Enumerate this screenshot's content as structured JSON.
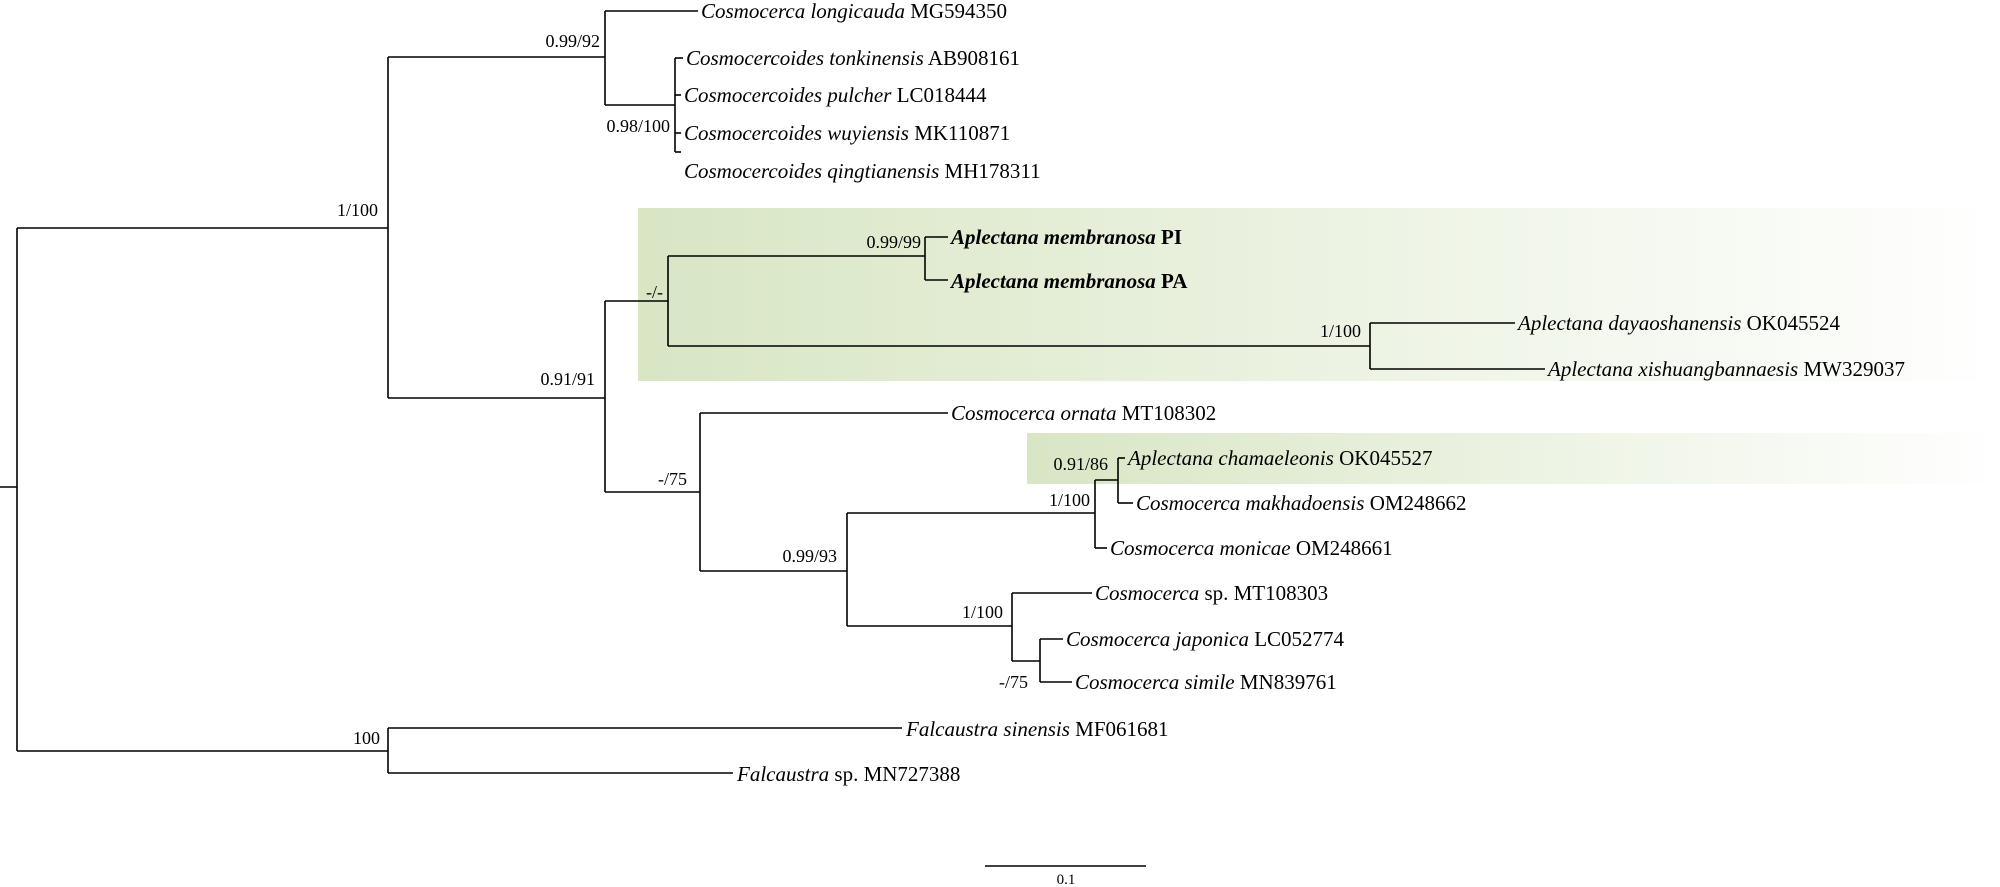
{
  "colors": {
    "highlight_start": "#d8e6c4",
    "highlight_end": "#ffffff",
    "branch": "#000000"
  },
  "taxa": {
    "t1": {
      "name": "Cosmocerca longicauda",
      "acc": "MG594350"
    },
    "t2": {
      "name": "Cosmocercoides tonkinensis",
      "acc": "AB908161"
    },
    "t3": {
      "name": "Cosmocercoides pulcher",
      "acc": "LC018444"
    },
    "t4": {
      "name": "Cosmocercoides wuyiensis",
      "acc": "MK110871"
    },
    "t5": {
      "name": "Cosmocercoides qingtianensis",
      "acc": "MH178311"
    },
    "t6": {
      "name": "Aplectana membranosa",
      "acc": "PI"
    },
    "t7": {
      "name": "Aplectana membranosa",
      "acc": "PA"
    },
    "t8": {
      "name": "Aplectana dayaoshanensis",
      "acc": "OK045524"
    },
    "t9": {
      "name": "Aplectana xishuangbannaesis",
      "acc": "MW329037"
    },
    "t10": {
      "name": "Cosmocerca ornata",
      "acc": "MT108302"
    },
    "t11": {
      "name": "Aplectana chamaeleonis",
      "acc": "OK045527"
    },
    "t12": {
      "name": "Cosmocerca makhadoensis",
      "acc": "OM248662"
    },
    "t13": {
      "name": "Cosmocerca monicae",
      "acc": "OM248661"
    },
    "t14": {
      "name": "Cosmocerca",
      "acc": "sp. MT108303"
    },
    "t15": {
      "name": "Cosmocerca japonica",
      "acc": "LC052774"
    },
    "t16": {
      "name": "Cosmocerca simile",
      "acc": "MN839761"
    },
    "t17": {
      "name": "Falcaustra sinensis",
      "acc": "MF061681"
    },
    "t18": {
      "name": "Falcaustra",
      "acc": "sp. MN727388"
    }
  },
  "support": {
    "n_longicauda_cosmocercoides": "0.99/92",
    "n_cosmocercoides": "0.98/100",
    "n_upper_clade": "1/100",
    "n_membranosa": "0.99/99",
    "n_aplectana": "-/-",
    "n_dayao_xishuang": "1/100",
    "n_lower_clade": "0.91/91",
    "n_ornata_clade": "-/75",
    "n_chamaeleonis_makhadoensis": "0.91/86",
    "n_monicae_clade": "1/100",
    "n_cosmocerca_core": "0.99/93",
    "n_sp_japonica_simile": "1/100",
    "n_japonica_simile": "-/75",
    "n_falcaustra": "100"
  },
  "scale_bar": {
    "label": "0.1"
  }
}
